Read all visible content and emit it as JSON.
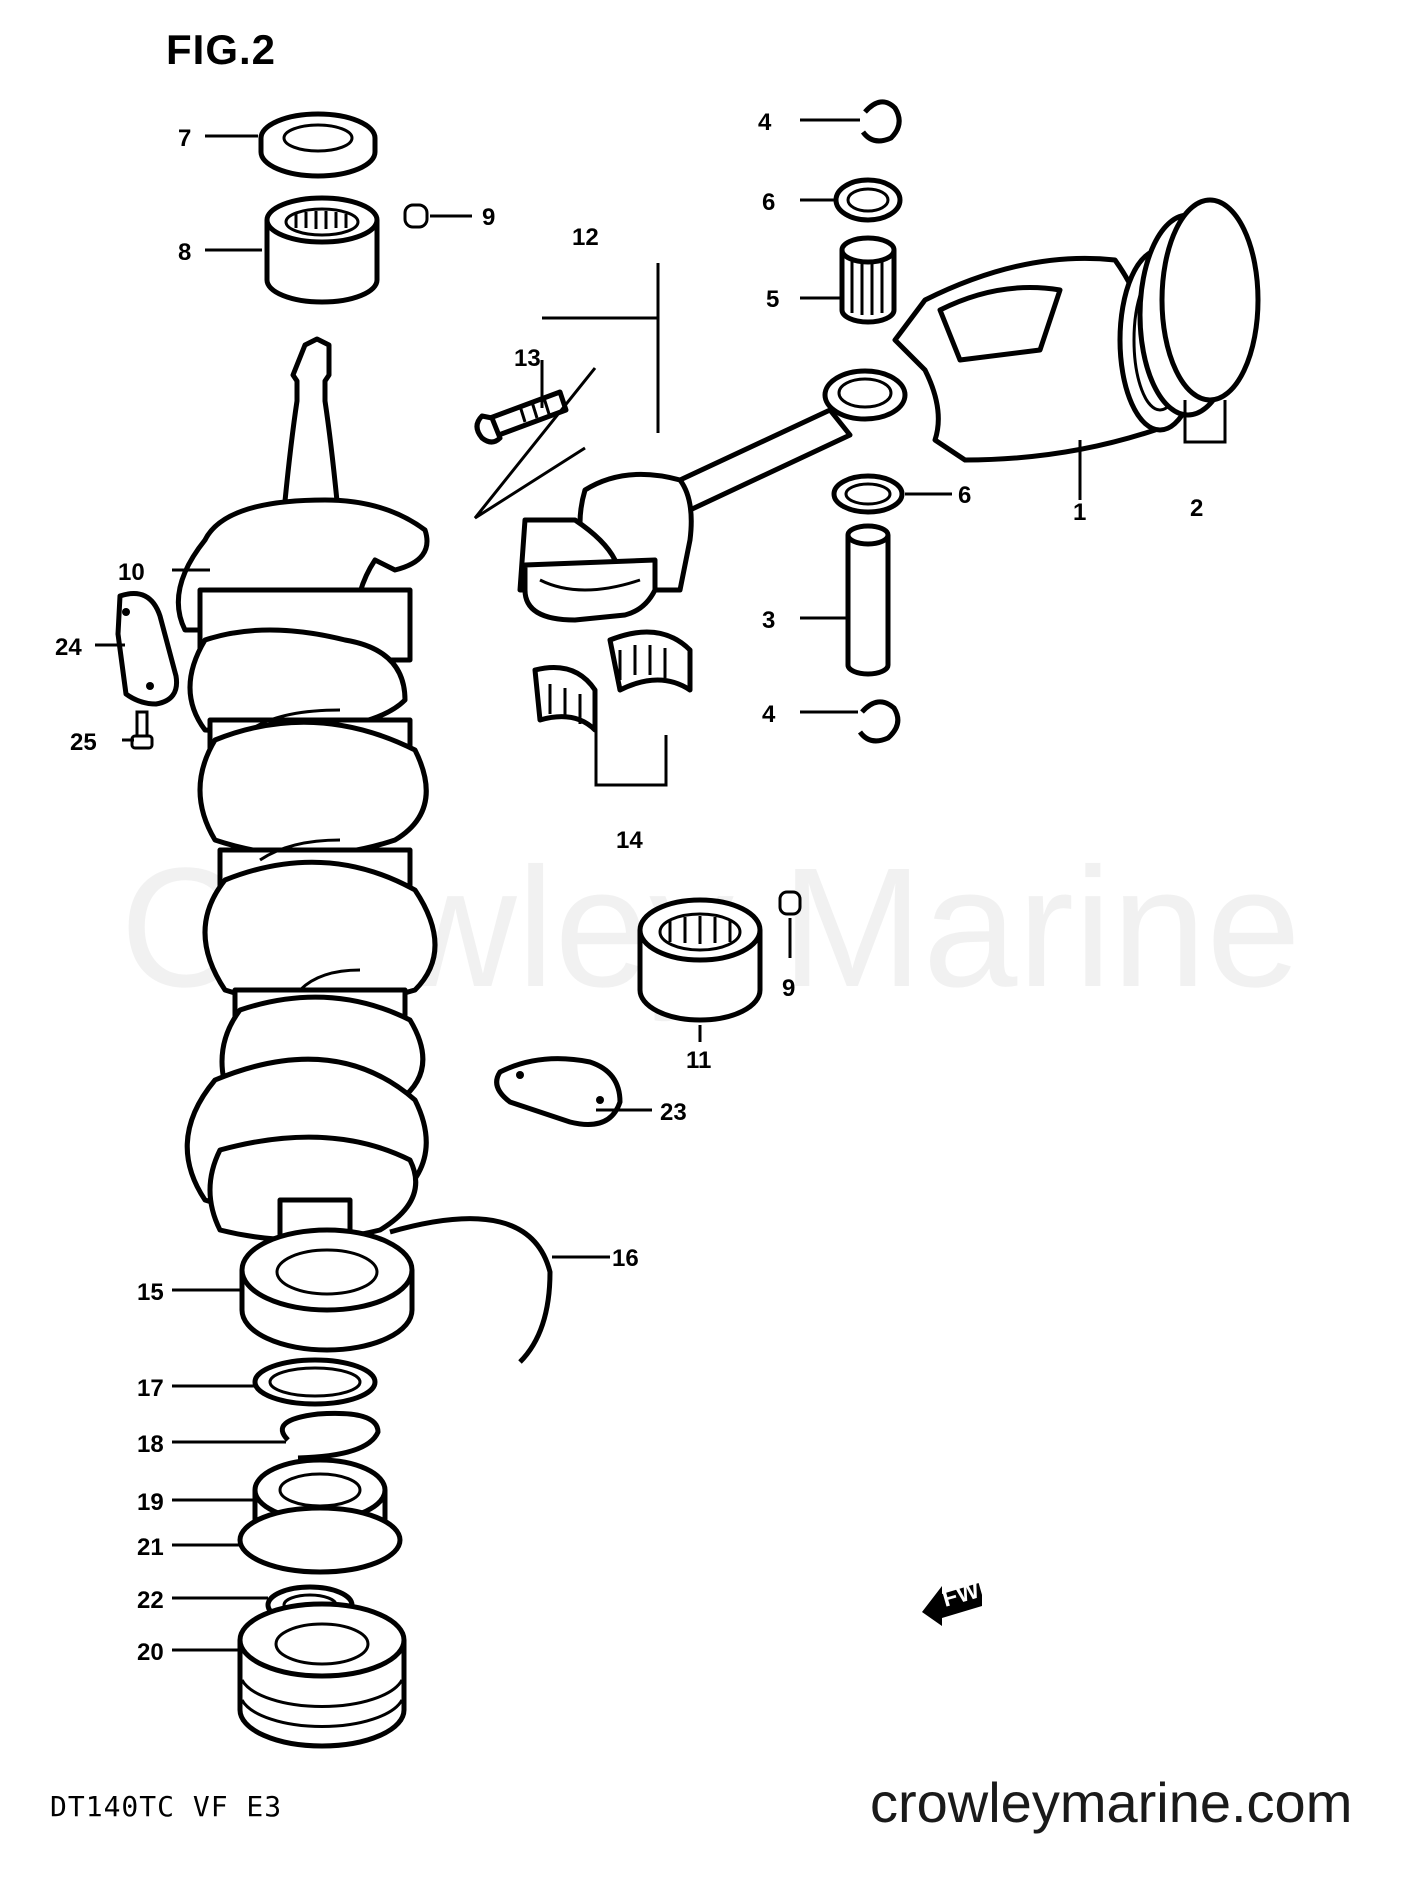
{
  "figure": {
    "title": "FIG.2"
  },
  "footer": {
    "model_code": "DT140TC VF E3",
    "website": "crowleymarine.com"
  },
  "watermark": {
    "text": "Crowley Marine"
  },
  "direction_marker": {
    "text": "FWD",
    "icon": "forward-arrow-icon"
  },
  "callouts": [
    {
      "id": "1",
      "label": "1"
    },
    {
      "id": "2",
      "label": "2"
    },
    {
      "id": "3",
      "label": "3"
    },
    {
      "id": "4a",
      "label": "4"
    },
    {
      "id": "4b",
      "label": "4"
    },
    {
      "id": "5",
      "label": "5"
    },
    {
      "id": "6a",
      "label": "6"
    },
    {
      "id": "6b",
      "label": "6"
    },
    {
      "id": "7",
      "label": "7"
    },
    {
      "id": "8",
      "label": "8"
    },
    {
      "id": "9a",
      "label": "9"
    },
    {
      "id": "9b",
      "label": "9"
    },
    {
      "id": "10",
      "label": "10"
    },
    {
      "id": "11",
      "label": "11"
    },
    {
      "id": "12",
      "label": "12"
    },
    {
      "id": "13",
      "label": "13"
    },
    {
      "id": "14",
      "label": "14"
    },
    {
      "id": "15",
      "label": "15"
    },
    {
      "id": "16",
      "label": "16"
    },
    {
      "id": "17",
      "label": "17"
    },
    {
      "id": "18",
      "label": "18"
    },
    {
      "id": "19",
      "label": "19"
    },
    {
      "id": "20",
      "label": "20"
    },
    {
      "id": "21",
      "label": "21"
    },
    {
      "id": "22",
      "label": "22"
    },
    {
      "id": "23",
      "label": "23"
    },
    {
      "id": "24",
      "label": "24"
    },
    {
      "id": "25",
      "label": "25"
    }
  ]
}
